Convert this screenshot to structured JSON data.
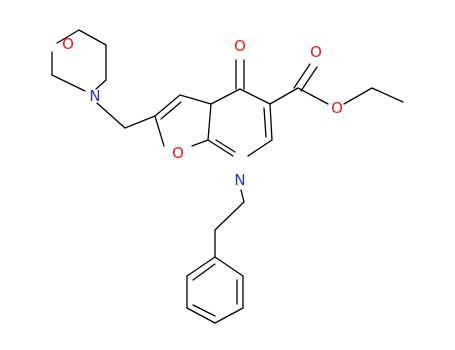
{
  "atoms": {
    "morpholine_o": "O",
    "morpholine_n": "N",
    "furan_o": "O",
    "ring_n": "N",
    "keto_o": "O",
    "carbonyl_o": "O",
    "ester_o": "O"
  },
  "colors": {
    "bond": "#000000",
    "oxygen": "#e02020",
    "nitrogen": "#3030c0"
  }
}
